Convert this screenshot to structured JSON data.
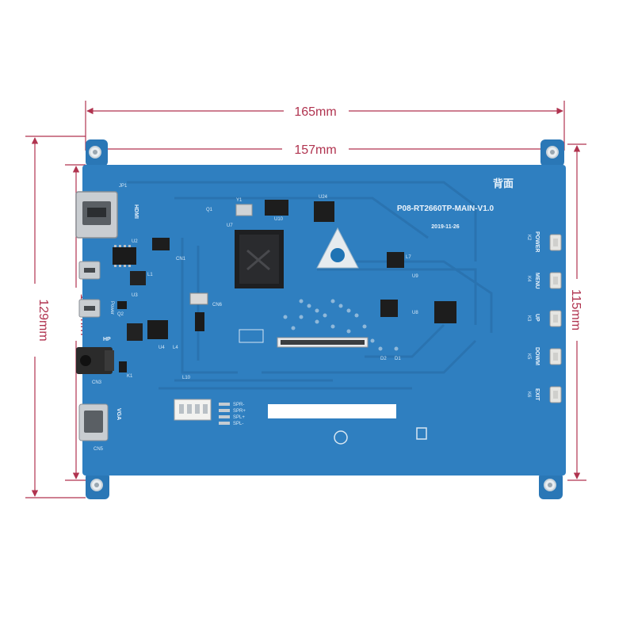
{
  "dimensions": {
    "width_outer": "165mm",
    "width_holes": "157mm",
    "height_outer": "129mm",
    "height_holes": "107mm",
    "height_board": "115mm"
  },
  "board": {
    "model": "P08-RT2660TP-MAIN-V1.0",
    "date": "2019-11-26",
    "side_label": "背面",
    "ports": {
      "hdmi": "HDMI",
      "hp": "HP",
      "vga": "VGA",
      "power": "Power",
      "cn5": "CN5",
      "cn3": "CN3",
      "jp1": "JP1"
    },
    "buttons": [
      {
        "ref": "K2",
        "label": "POWER"
      },
      {
        "ref": "K4",
        "label": "MENU"
      },
      {
        "ref": "K3",
        "label": "UP"
      },
      {
        "ref": "K5",
        "label": "DOWM"
      },
      {
        "ref": "K6",
        "label": "EXIT"
      }
    ],
    "speaker_pins": [
      "SPR-",
      "SPR+",
      "SPL+",
      "SPL-"
    ],
    "refs": [
      "U2",
      "U3",
      "U4",
      "U7",
      "U8",
      "U9",
      "U10",
      "U24",
      "Y1",
      "Q1",
      "Q2",
      "CN1",
      "CN6",
      "L1",
      "L4",
      "L7",
      "L10",
      "D1",
      "D2",
      "K1"
    ]
  },
  "colors": {
    "pcb": "#2f7fc0",
    "pcb_dark": "#23669f",
    "dimension": "#b0334f"
  }
}
